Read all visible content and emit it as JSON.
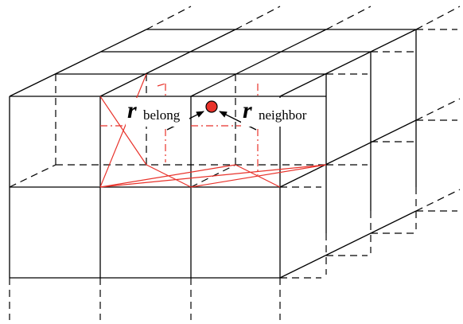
{
  "labels": {
    "belong_symbol": "r",
    "belong_subscript": "belong",
    "neighbor_symbol": "r",
    "neighbor_subscript": "neighbor"
  },
  "colors": {
    "grid_line": "#000000",
    "highlight": "#e8322a",
    "point_fill": "#e8322a",
    "background": "#ffffff"
  }
}
